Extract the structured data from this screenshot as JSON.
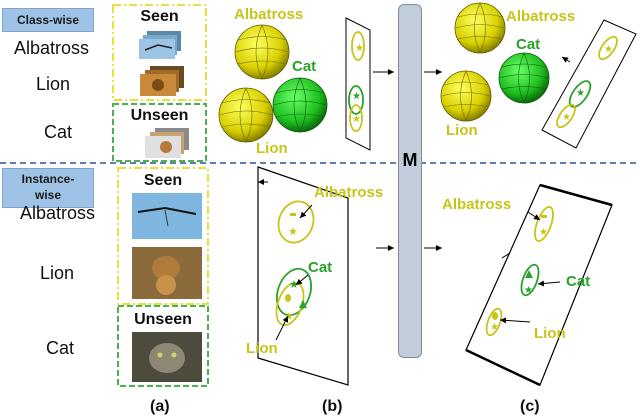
{
  "badges": {
    "class_wise": "Class-wise",
    "instance_wise": "Instance-\nwise"
  },
  "panel_a": {
    "class_rows": [
      "Albatross",
      "Lion",
      "Cat"
    ],
    "instance_rows": [
      "Albatross",
      "Lion",
      "Cat"
    ],
    "seen": "Seen",
    "unseen": "Unseen"
  },
  "panel_b": {
    "albatross": "Albatross",
    "cat": "Cat",
    "lion": "Lion",
    "inst_albatross": "Albatross",
    "inst_cat": "Cat",
    "inst_lion": "Lion"
  },
  "m_label": "M",
  "panel_c": {
    "albatross": "Albatross",
    "cat": "Cat",
    "lion": "Lion",
    "inst_albatross": "Albatross",
    "inst_cat": "Cat",
    "inst_lion": "Lion"
  },
  "captions": {
    "a": "(a)",
    "b": "(b)",
    "c": "(c)"
  },
  "colors": {
    "albatross": "#c8c41a",
    "lion": "#b3ad12",
    "cat": "#2aa12a",
    "seen_box": "#e8e03a",
    "unseen_box": "#4caf50",
    "divider": "#2f5597"
  }
}
